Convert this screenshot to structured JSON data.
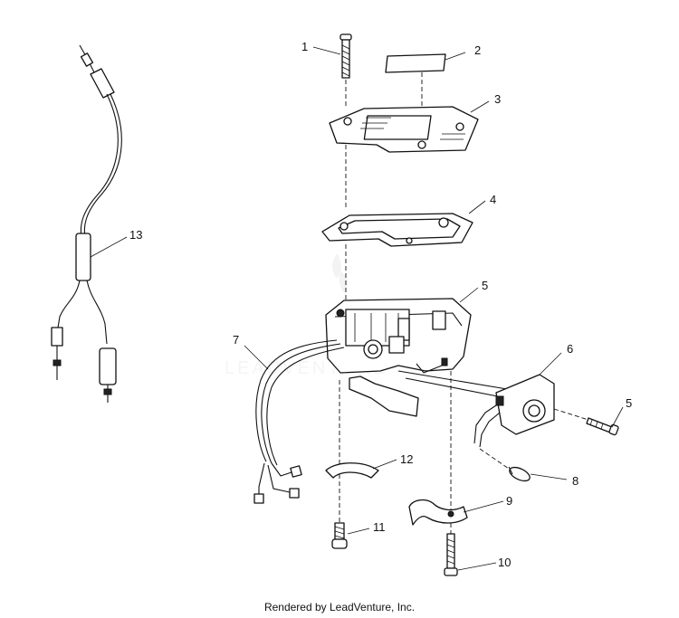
{
  "diagram": {
    "callouts": [
      {
        "id": "1",
        "label": "1"
      },
      {
        "id": "2",
        "label": "2"
      },
      {
        "id": "3",
        "label": "3"
      },
      {
        "id": "4",
        "label": "4"
      },
      {
        "id": "5a",
        "label": "5"
      },
      {
        "id": "5b",
        "label": "5"
      },
      {
        "id": "6",
        "label": "6"
      },
      {
        "id": "7",
        "label": "7"
      },
      {
        "id": "8",
        "label": "8"
      },
      {
        "id": "9",
        "label": "9"
      },
      {
        "id": "10",
        "label": "10"
      },
      {
        "id": "11",
        "label": "11"
      },
      {
        "id": "12",
        "label": "12"
      },
      {
        "id": "13",
        "label": "13"
      }
    ],
    "watermark": "LEADVENTURE"
  },
  "footer": {
    "text": "Rendered by LeadVenture, Inc."
  }
}
